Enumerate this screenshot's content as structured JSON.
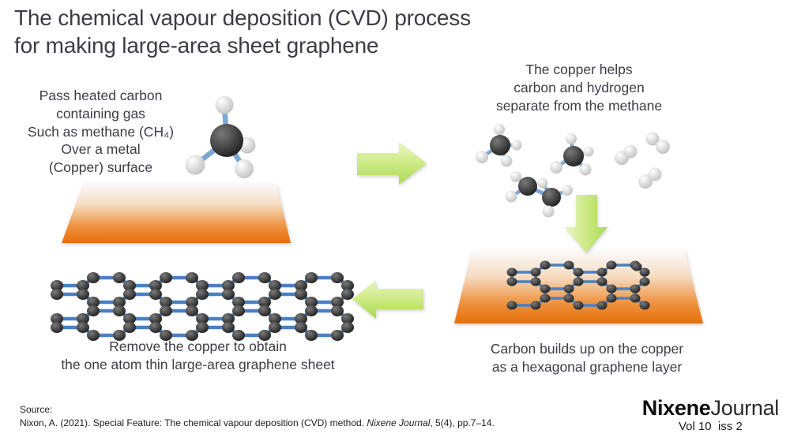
{
  "title": "The chemical vapour deposition (CVD) process\nfor making large-area sheet graphene",
  "panels": {
    "step1": {
      "caption": "Pass heated carbon\ncontaining gas\nSuch as methane (CH₄)\nOver a metal\n(Copper) surface"
    },
    "step2": {
      "caption": "The copper helps\ncarbon and hydrogen\nseparate from the methane"
    },
    "step3": {
      "caption": "Carbon builds up on the copper\nas a hexagonal graphene layer"
    },
    "step4": {
      "caption": "Remove the copper to obtain\nthe one atom thin large-area graphene sheet"
    }
  },
  "source": {
    "label": "Source:",
    "citation_prefix": "Nixon, A. (2021). Special Feature: The chemical vapour deposition (CVD) method. ",
    "citation_journal": "Nixene Journal",
    "citation_suffix": ", 5(4), pp.7–14."
  },
  "logo": {
    "brand_bold": "Nixene",
    "brand_light": "Journal",
    "issue": "Vol 10  iss 2"
  },
  "colors": {
    "text": "#3d3d46",
    "copper_light": "#fbfafa",
    "copper_mid": "#f5dcc2",
    "copper_deep": "#ee9240",
    "copper_dark": "#e66f08",
    "arrow_light": "#e9f6c0",
    "arrow_mid": "#cdea85",
    "arrow_dark": "#a8da52",
    "bond_light": "#7ba6d8",
    "bond_strong": "#4a80c2",
    "carbon_light": "#7a7a7a",
    "carbon_dark": "#141414",
    "hydrogen_light": "#ffffff",
    "hydrogen_dark": "#b5b5b5"
  }
}
